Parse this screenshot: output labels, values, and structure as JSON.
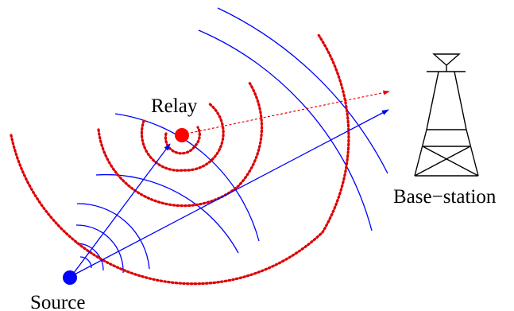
{
  "labels": {
    "relay": "Relay",
    "source": "Source",
    "base_station": "Base−station"
  },
  "colors": {
    "source_node": "#0000ff",
    "relay_node": "#ff0000",
    "blue_waves": "#0000ff",
    "red_waves": "#dd0000",
    "tower": "#000000"
  }
}
